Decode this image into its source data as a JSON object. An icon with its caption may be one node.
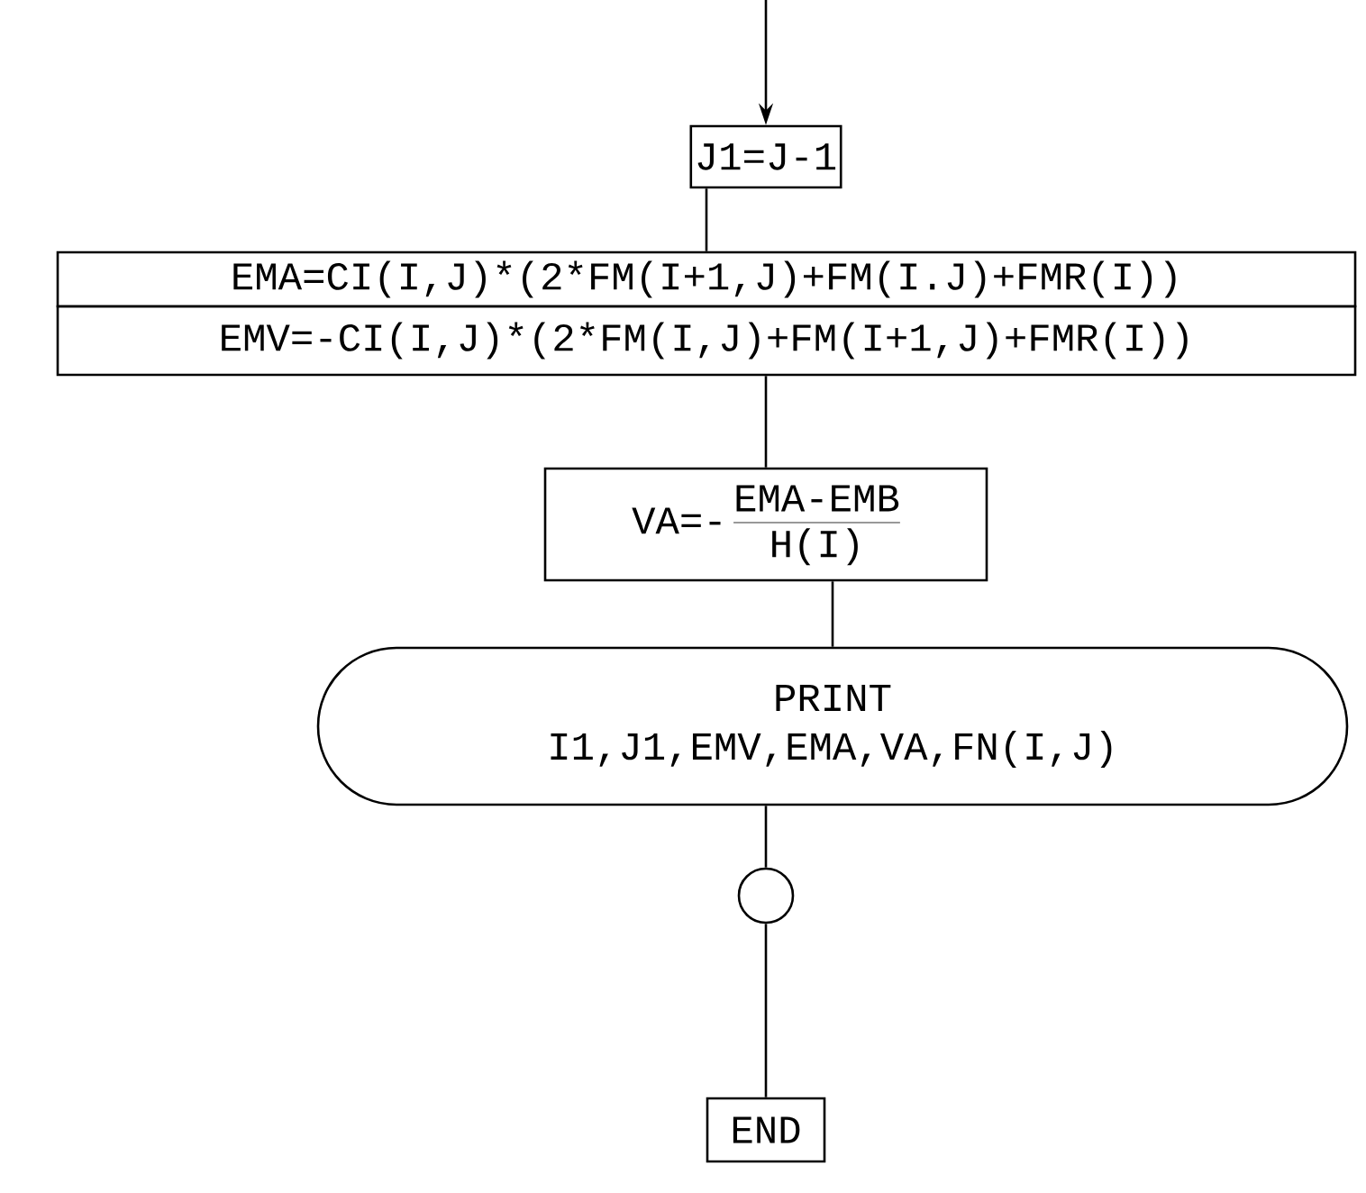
{
  "diagram": {
    "nodes": [
      {
        "text": [
          "J1=J-1"
        ]
      },
      {
        "text": [
          "EMA=CI(I,J)*(2*FM(I+1,J)+FM(I.J)+FMR(I))"
        ]
      },
      {
        "text": [
          "EMV=-CI(I,J)*(2*FM(I,J)+FM(I+1,J)+FMR(I))"
        ]
      },
      {
        "text": [
          "VA=-",
          "EMA-EMB",
          "H(I)"
        ]
      },
      {
        "text": [
          "PRINT",
          "I1,J1,EMV,EMA,VA,FN(I,J)"
        ]
      },
      {
        "text": [],
        "shape": "circle"
      },
      {
        "text": [
          "END"
        ]
      }
    ],
    "edges": [
      {
        "from": null,
        "to": 0,
        "arrow": "to"
      },
      {
        "from": 0,
        "to": 1,
        "arrow": "none"
      },
      {
        "from": 2,
        "to": 3,
        "arrow": "none"
      },
      {
        "from": 3,
        "to": 4,
        "arrow": "none"
      },
      {
        "from": 4,
        "to": 5,
        "arrow": "none"
      },
      {
        "from": 5,
        "to": 6,
        "arrow": "none"
      }
    ]
  }
}
